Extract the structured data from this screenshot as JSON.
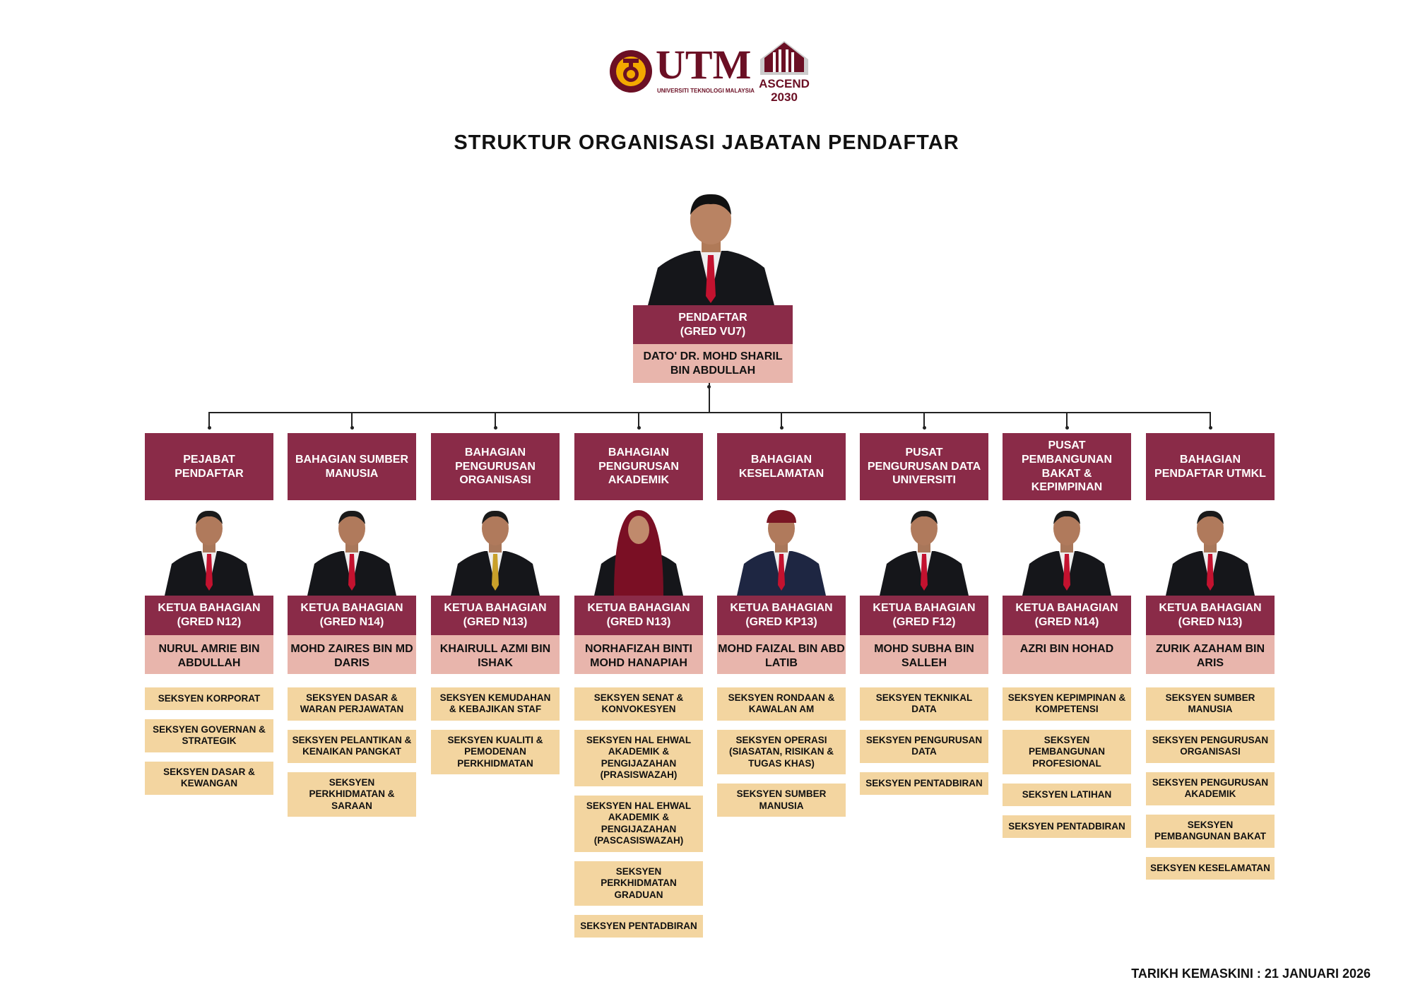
{
  "header": {
    "logo_utm_text": "UTM",
    "logo_utm_subtitle": "UNIVERSITI TEKNOLOGI MALAYSIA",
    "logo_ascend_text": "ASCEND",
    "logo_ascend_year": "2030",
    "title": "STRUKTUR ORGANISASI JABATAN PENDAFTAR"
  },
  "colors": {
    "maroon": "#8A2B48",
    "pink": "#E8B5AC",
    "tan": "#F3D5A0"
  },
  "top": {
    "role": "PENDAFTAR\n(GRED VU7)",
    "name": "DATO' DR. MOHD SHARIL\nBIN ABDULLAH"
  },
  "divisions": [
    {
      "title": "PEJABAT PENDAFTAR",
      "role": "KETUA BAHAGIAN\n(GRED N12)",
      "name": "NURUL AMRIE BIN ABDULLAH",
      "sections": [
        "SEKSYEN KORPORAT",
        "SEKSYEN GOVERNAN & STRATEGIK",
        "SEKSYEN DASAR & KEWANGAN"
      ]
    },
    {
      "title": "BAHAGIAN SUMBER MANUSIA",
      "role": "KETUA BAHAGIAN\n(GRED N14)",
      "name": "MOHD ZAIRES BIN MD DARIS",
      "sections": [
        "SEKSYEN DASAR & WARAN PERJAWATAN",
        "SEKSYEN PELANTIKAN & KENAIKAN PANGKAT",
        "SEKSYEN PERKHIDMATAN & SARAAN"
      ]
    },
    {
      "title": "BAHAGIAN PENGURUSAN ORGANISASI",
      "role": "KETUA BAHAGIAN\n(GRED N13)",
      "name": "KHAIRULL AZMI BIN ISHAK",
      "sections": [
        "SEKSYEN KEMUDAHAN & KEBAJIKAN STAF",
        "SEKSYEN KUALITI & PEMODENAN PERKHIDMATAN"
      ]
    },
    {
      "title": "BAHAGIAN PENGURUSAN AKADEMIK",
      "role": "KETUA BAHAGIAN\n(GRED N13)",
      "name": "NORHAFIZAH BINTI MOHD HANAPIAH",
      "sections": [
        "SEKSYEN SENAT & KONVOKESYEN",
        "SEKSYEN HAL EHWAL AKADEMIK & PENGIJAZAHAN (PRASISWAZAH)",
        "SEKSYEN HAL EHWAL AKADEMIK & PENGIJAZAHAN (PASCASISWAZAH)",
        "SEKSYEN PERKHIDMATAN GRADUAN",
        "SEKSYEN PENTADBIRAN"
      ]
    },
    {
      "title": "BAHAGIAN KESELAMATAN",
      "role": "KETUA BAHAGIAN\n(GRED KP13)",
      "name": "MOHD FAIZAL BIN ABD LATIB",
      "sections": [
        "SEKSYEN RONDAAN & KAWALAN AM",
        "SEKSYEN OPERASI (SIASATAN, RISIKAN & TUGAS KHAS)",
        "SEKSYEN SUMBER MANUSIA"
      ]
    },
    {
      "title": "PUSAT PENGURUSAN DATA UNIVERSITI",
      "role": "KETUA BAHAGIAN\n(GRED F12)",
      "name": "MOHD SUBHA BIN SALLEH",
      "sections": [
        "SEKSYEN TEKNIKAL DATA",
        "SEKSYEN PENGURUSAN DATA",
        "SEKSYEN PENTADBIRAN"
      ]
    },
    {
      "title": "PUSAT PEMBANGUNAN BAKAT & KEPIMPINAN",
      "role": "KETUA BAHAGIAN\n(GRED N14)",
      "name": "AZRI BIN HOHAD",
      "sections": [
        "SEKSYEN KEPIMPINAN & KOMPETENSI",
        "SEKSYEN PEMBANGUNAN PROFESIONAL",
        "SEKSYEN LATIHAN",
        "SEKSYEN PENTADBIRAN"
      ]
    },
    {
      "title": "BAHAGIAN PENDAFTAR UTMKL",
      "role": "KETUA BAHAGIAN\n(GRED N13)",
      "name": "ZURIK AZAHAM BIN ARIS",
      "sections": [
        "SEKSYEN SUMBER MANUSIA",
        "SEKSYEN PENGURUSAN ORGANISASI",
        "SEKSYEN PENGURUSAN AKADEMIK",
        "SEKSYEN PEMBANGUNAN BAKAT",
        "SEKSYEN KESELAMATAN"
      ]
    }
  ],
  "footer": "TARIKH KEMASKINI : 21 JANUARI 2026"
}
